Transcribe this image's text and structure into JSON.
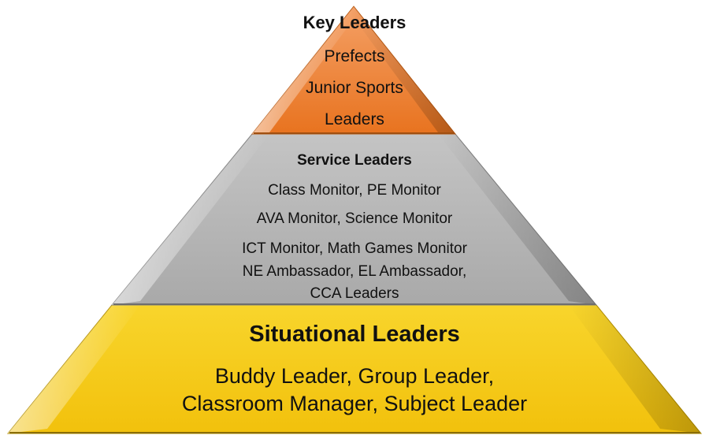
{
  "colors": {
    "top_tier": "#ee7d2c",
    "middle_tier": "#b1b1b1",
    "bottom_tier": "#f6c817",
    "text": "#111111"
  },
  "pyramid": {
    "top": {
      "title": "Key Leaders",
      "items": [
        "Prefects",
        "Junior Sports",
        "Leaders"
      ]
    },
    "middle": {
      "title": "Service Leaders",
      "items": [
        "Class Monitor, PE Monitor",
        "AVA Monitor, Science Monitor",
        "ICT Monitor, Math Games Monitor",
        "NE Ambassador, EL Ambassador,",
        "CCA Leaders"
      ]
    },
    "bottom": {
      "title": "Situational Leaders",
      "items": [
        "Buddy Leader, Group Leader,",
        "Classroom Manager, Subject Leader"
      ]
    }
  }
}
